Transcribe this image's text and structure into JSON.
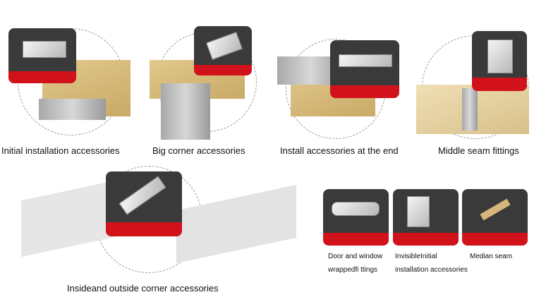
{
  "products": [
    {
      "label": "Initial installation accessories"
    },
    {
      "label": "Big corner accessories"
    },
    {
      "label": "Install accessories at the end"
    },
    {
      "label": "Middle seam fittings"
    },
    {
      "label": "Insideand outside corner accessories"
    }
  ],
  "small_products": [
    {
      "line1": "Door and window",
      "line2": "wrappedfi ttings"
    },
    {
      "line1": "InvisibleInitial",
      "line2": "installation accessories"
    },
    {
      "line1": "Median seam",
      "line2": ""
    }
  ],
  "colors": {
    "card": "#3a3a3a",
    "accent": "#d2121b",
    "board": "#d9bd7a"
  }
}
